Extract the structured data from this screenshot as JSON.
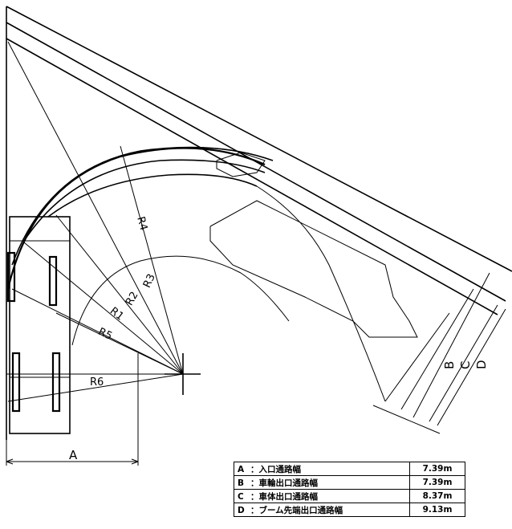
{
  "labels": {
    "R1": "R1",
    "R2": "R2",
    "R3": "R3",
    "R4": "R4",
    "R5": "R5",
    "R6": "R6",
    "A": "A",
    "B": "B",
    "C": "C",
    "D": "D"
  },
  "table": {
    "rows": [
      {
        "key": "A",
        "desc": "：入口通路幅",
        "value": "7.39m"
      },
      {
        "key": "B",
        "desc": "：車輪出口通路幅",
        "value": "7.39m"
      },
      {
        "key": "C",
        "desc": "：車体出口通路幅",
        "value": "8.37m"
      },
      {
        "key": "D",
        "desc": "：ブーム先端出口通路幅",
        "value": "9.13m"
      }
    ]
  }
}
